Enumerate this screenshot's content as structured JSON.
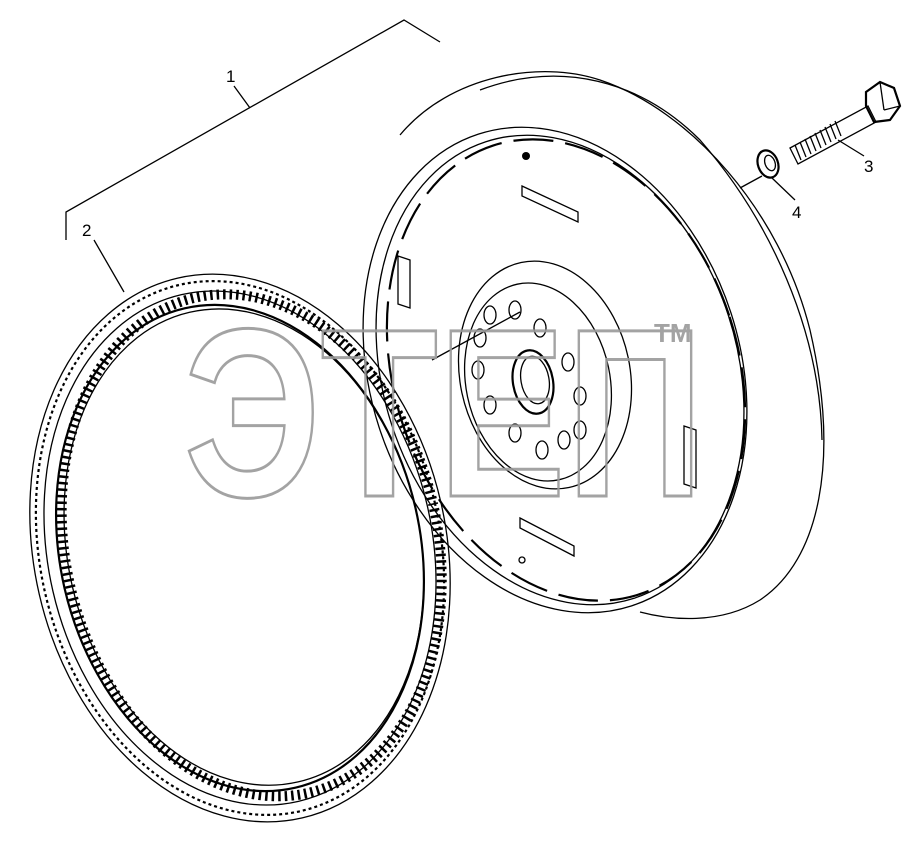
{
  "callouts": [
    {
      "id": "1",
      "label": "1"
    },
    {
      "id": "2",
      "label": "2"
    },
    {
      "id": "3",
      "label": "3"
    },
    {
      "id": "4",
      "label": "4"
    }
  ],
  "watermark": {
    "text": "ЭТЕП",
    "tm": "TM",
    "color": "#9a9a9a"
  },
  "parts": {
    "assembly": "flywheel-assembly",
    "ring_gear": "ring-gear",
    "bolt": "bolt",
    "washer": "washer"
  }
}
